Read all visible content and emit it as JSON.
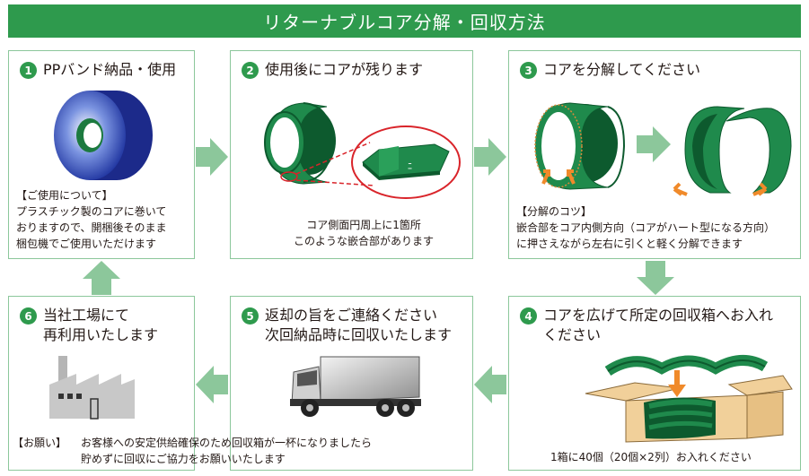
{
  "title": "リターナブルコア分解・回収方法",
  "steps": [
    {
      "num": "1",
      "title": "PPバンド納品・使用",
      "note_head": "【ご使用について】",
      "note": "プラスチック製のコアに巻いて\nおりますので、開梱後そのまま\n梱包機でご使用いただけます"
    },
    {
      "num": "2",
      "title": "使用後にコアが残ります",
      "note": "コア側面円周上に1箇所\nこのような嵌合部があります"
    },
    {
      "num": "3",
      "title": "コアを分解してください",
      "note_head": "【分解のコツ】",
      "note": "嵌合部をコア内側方向（コアがハート型になる方向）\nに押さえながら左右に引くと軽く分解できます"
    },
    {
      "num": "4",
      "title": "コアを広げて所定の回収箱へお入れ\nください",
      "note": "1箱に40個（20個×2列）お入れください"
    },
    {
      "num": "5",
      "title": "返却の旨をご連絡ください\n次回納品時に回収いたします"
    },
    {
      "num": "6",
      "title": "当社工場にて\n再利用いたします"
    }
  ],
  "request": {
    "label": "【お願い】",
    "text": "お客様への安定供給確保のため回収箱が一杯になりましたら\n貯めずに回収にご協力をお願いいたします"
  },
  "colors": {
    "green": "#2e9a4d",
    "panel_border": "#8cc79b",
    "arrow": "#8cc79b",
    "core_green": "#1f8a4c",
    "core_dark": "#0d5a2e",
    "orange": "#f08a2a",
    "red": "#d9242a",
    "box": "#f1d09a"
  }
}
